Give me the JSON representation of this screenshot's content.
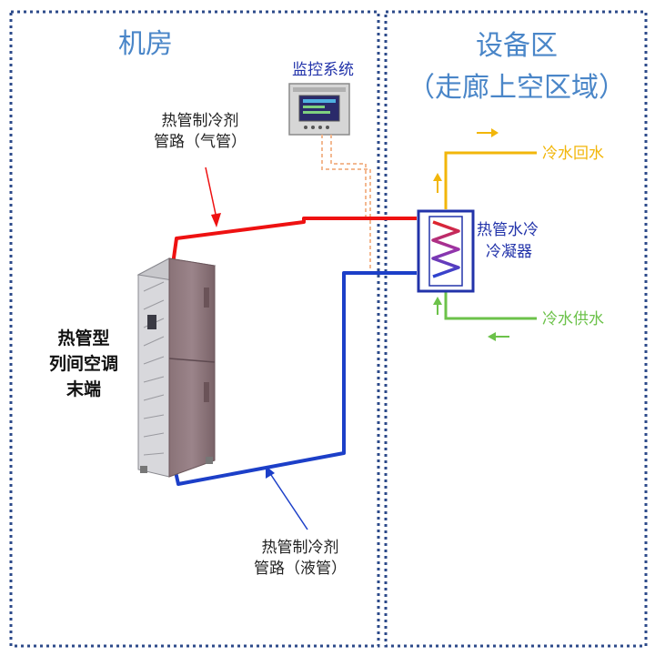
{
  "zones": {
    "machine_room": "机房",
    "equipment_area_line1": "设备区",
    "equipment_area_line2": "（走廊上空区域）"
  },
  "labels": {
    "monitoring_system": "监控系统",
    "gas_pipe_line1": "热管制冷剂",
    "gas_pipe_line2": "管路（气管）",
    "liquid_pipe_line1": "热管制冷剂",
    "liquid_pipe_line2": "管路（液管）",
    "condenser_line1": "热管水冷",
    "condenser_line2": "冷凝器",
    "chilled_water_return": "冷水回水",
    "chilled_water_supply": "冷水供水",
    "terminal_line1": "热管型",
    "terminal_line2": "列间空调",
    "terminal_line3": "末端"
  },
  "colors": {
    "zone_border": "#2c4a8a",
    "zone_title": "#4a86c8",
    "gas_pipe": "#ee1111",
    "liquid_pipe": "#1c3fc8",
    "return_water": "#f2b60a",
    "supply_water": "#6cc24a",
    "signal_line": "#f3b890",
    "condenser_box": "#2233aa"
  },
  "icons": {
    "monitor_panel": "monitoring-panel-icon",
    "cabinet": "server-cabinet-icon",
    "coil": "heat-exchanger-coil-icon"
  }
}
